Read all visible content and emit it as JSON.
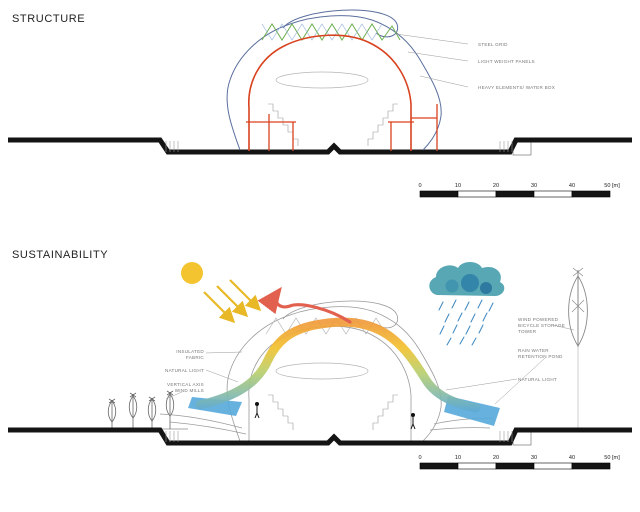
{
  "sections": {
    "structure": {
      "title": "STRUCTURE",
      "labels": {
        "steel_grid": "STEEL GRID",
        "light_weight_panels": "LIGHT WEIGHT PANELS",
        "heavy_elements": "HEAVY ELEMENTS/ WATER BOX"
      }
    },
    "sustainability": {
      "title": "SUSTAINABILITY",
      "labels_left": {
        "insulated_1": "INSULATED",
        "insulated_2": "FABRIC",
        "natural_light": "NATURAL LIGHT",
        "vawm_1": "VERTICAL AXIS",
        "vawm_2": "WIND MILLS"
      },
      "labels_right": {
        "tower_1": "WIND POWERED",
        "tower_2": "BICYCLE STORAGE",
        "tower_3": "TOWER",
        "rain_1": "RAIN WATER",
        "rain_2": "RETENTION POND",
        "natural_light": "NATURAL LIGHT"
      }
    }
  },
  "scale_bar": {
    "ticks": [
      "0",
      "10",
      "20",
      "30",
      "40"
    ],
    "end_label": "50 [m]"
  },
  "colors": {
    "structure_shell_red": "#d9421f",
    "structure_outline_blue": "#5b6f9e",
    "truss_green": "#6faf52",
    "truss_blue": "#9db8d8",
    "sun_yellow": "#f4c430",
    "sun_arrow_yellow": "#e9b827",
    "rain_cloud_teal": "#49a0ae",
    "rain_blue": "#3a87c0",
    "pond_blue": "#57a8dc",
    "flow_arrow_red": "#e2604e",
    "ground_black": "#141414"
  }
}
